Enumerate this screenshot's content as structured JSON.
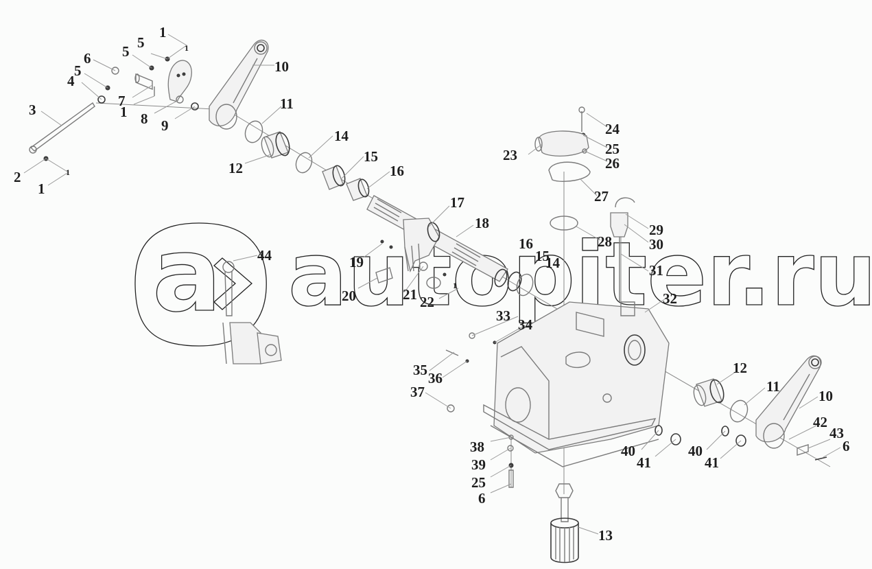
{
  "diagram": {
    "type": "exploded-parts-view",
    "subject": "gearbox-housing-with-shift-levers",
    "callouts": [
      {
        "id": "c1a",
        "label": "1"
      },
      {
        "id": "c1b",
        "label": "1"
      },
      {
        "id": "c1c",
        "label": "1"
      },
      {
        "id": "c1d",
        "label": "1"
      },
      {
        "id": "c1e",
        "label": "1"
      },
      {
        "id": "c1f",
        "label": "1"
      },
      {
        "id": "c2",
        "label": "2"
      },
      {
        "id": "c3",
        "label": "3"
      },
      {
        "id": "c4",
        "label": "4"
      },
      {
        "id": "c5a",
        "label": "5"
      },
      {
        "id": "c5b",
        "label": "5"
      },
      {
        "id": "c5c",
        "label": "5"
      },
      {
        "id": "c6a",
        "label": "6"
      },
      {
        "id": "c6b",
        "label": "6"
      },
      {
        "id": "c6c",
        "label": "6"
      },
      {
        "id": "c7",
        "label": "7"
      },
      {
        "id": "c8",
        "label": "8"
      },
      {
        "id": "c9",
        "label": "9"
      },
      {
        "id": "c10a",
        "label": "10"
      },
      {
        "id": "c10b",
        "label": "10"
      },
      {
        "id": "c11a",
        "label": "11"
      },
      {
        "id": "c11b",
        "label": "11"
      },
      {
        "id": "c12a",
        "label": "12"
      },
      {
        "id": "c12b",
        "label": "12"
      },
      {
        "id": "c13",
        "label": "13"
      },
      {
        "id": "c14a",
        "label": "14"
      },
      {
        "id": "c14b",
        "label": "14"
      },
      {
        "id": "c15a",
        "label": "15"
      },
      {
        "id": "c15b",
        "label": "15"
      },
      {
        "id": "c16a",
        "label": "16"
      },
      {
        "id": "c16b",
        "label": "16"
      },
      {
        "id": "c17",
        "label": "17"
      },
      {
        "id": "c18",
        "label": "18"
      },
      {
        "id": "c19",
        "label": "19"
      },
      {
        "id": "c20",
        "label": "20"
      },
      {
        "id": "c21",
        "label": "21"
      },
      {
        "id": "c22",
        "label": "22"
      },
      {
        "id": "c23",
        "label": "23"
      },
      {
        "id": "c24",
        "label": "24"
      },
      {
        "id": "c25a",
        "label": "25"
      },
      {
        "id": "c25b",
        "label": "25"
      },
      {
        "id": "c26",
        "label": "26"
      },
      {
        "id": "c27",
        "label": "27"
      },
      {
        "id": "c28",
        "label": "28"
      },
      {
        "id": "c29",
        "label": "29"
      },
      {
        "id": "c30",
        "label": "30"
      },
      {
        "id": "c31",
        "label": "31"
      },
      {
        "id": "c32",
        "label": "32"
      },
      {
        "id": "c33",
        "label": "33"
      },
      {
        "id": "c34",
        "label": "34"
      },
      {
        "id": "c35",
        "label": "35"
      },
      {
        "id": "c36",
        "label": "36"
      },
      {
        "id": "c37",
        "label": "37"
      },
      {
        "id": "c38",
        "label": "38"
      },
      {
        "id": "c39",
        "label": "39"
      },
      {
        "id": "c40a",
        "label": "40"
      },
      {
        "id": "c40b",
        "label": "40"
      },
      {
        "id": "c41a",
        "label": "41"
      },
      {
        "id": "c41b",
        "label": "41"
      },
      {
        "id": "c42",
        "label": "42"
      },
      {
        "id": "c43",
        "label": "43"
      },
      {
        "id": "c44",
        "label": "44"
      }
    ]
  },
  "watermark": {
    "logo_letter": "a",
    "text": "autopiter.ru"
  },
  "colors": {
    "background": "#fbfcfb",
    "line": "#7a7a7a",
    "label": "#1e1e1e"
  }
}
